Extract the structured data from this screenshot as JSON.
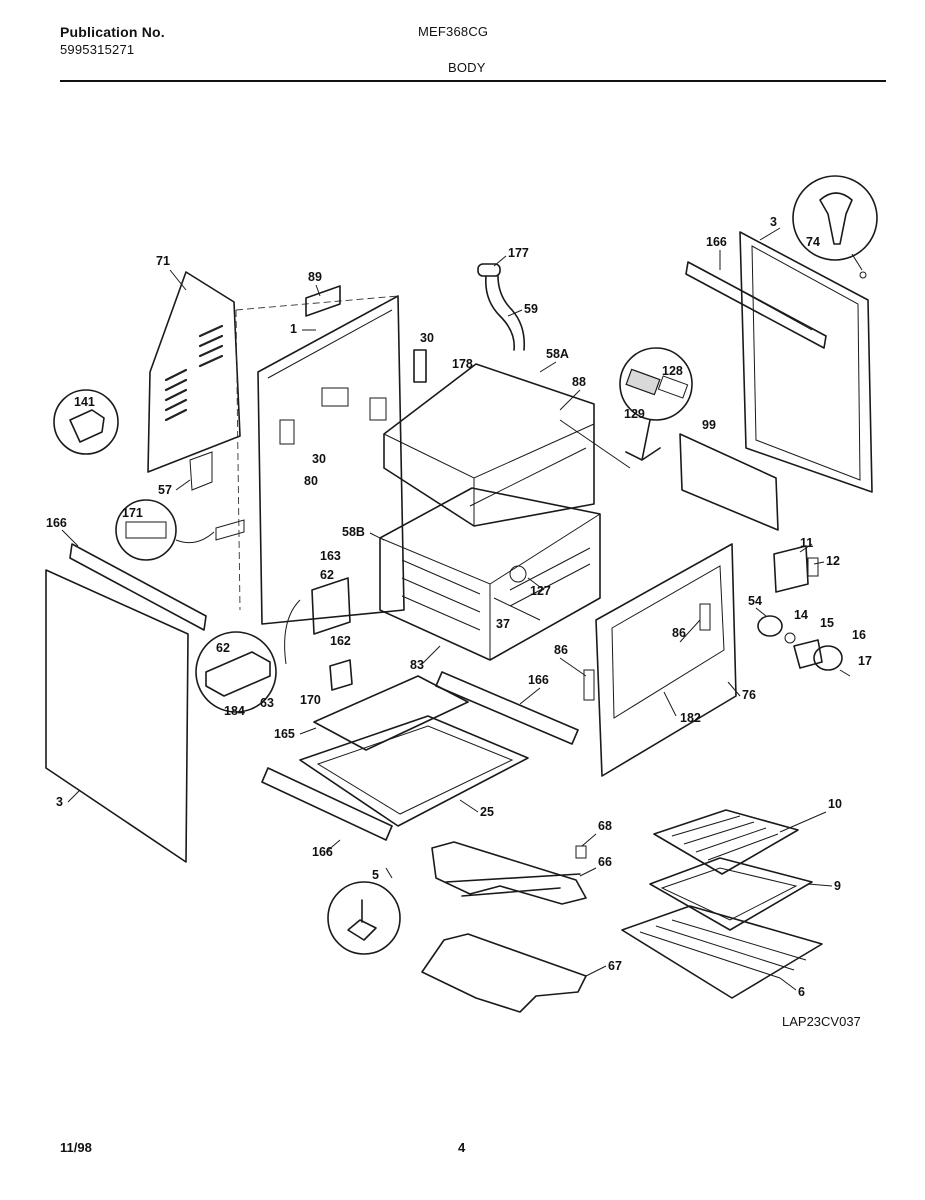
{
  "header": {
    "publication_label": "Publication No.",
    "publication_number": "5995315271",
    "model": "MEF368CG",
    "section": "BODY"
  },
  "footer": {
    "date": "11/98",
    "page": "4"
  },
  "diagram": {
    "code": "LAP23CV037",
    "callouts": [
      "3",
      "166",
      "74",
      "177",
      "59",
      "71",
      "89",
      "1",
      "30",
      "178",
      "58A",
      "88",
      "128",
      "129",
      "99",
      "141",
      "57",
      "30",
      "80",
      "171",
      "166",
      "58B",
      "163",
      "62",
      "162",
      "127",
      "37",
      "11",
      "12",
      "54",
      "14",
      "15",
      "16",
      "17",
      "86",
      "62",
      "184",
      "63",
      "170",
      "83",
      "86",
      "166",
      "165",
      "182",
      "76",
      "25",
      "3",
      "166",
      "5",
      "68",
      "66",
      "10",
      "9",
      "67",
      "6"
    ]
  }
}
